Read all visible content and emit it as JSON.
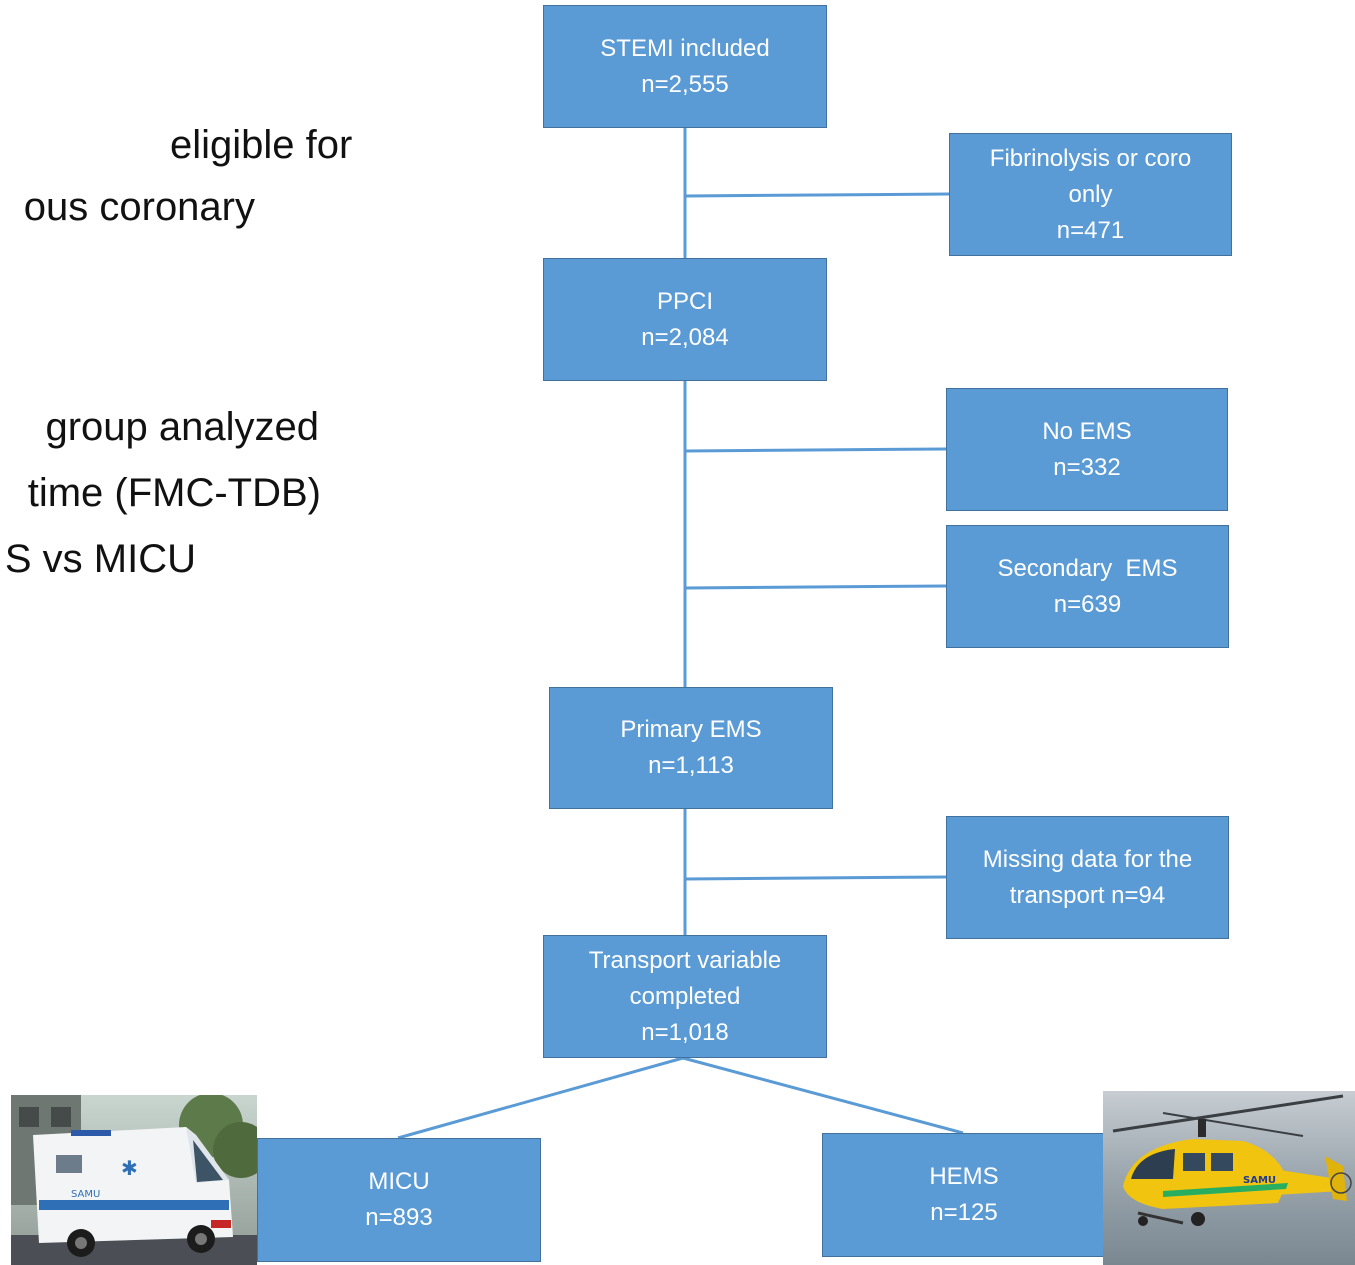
{
  "left_text": {
    "line1": "eligible for",
    "line2": "ous coronary",
    "line3": "group analyzed",
    "line4": "time (FMC-TDB)",
    "line5": "S vs MICU"
  },
  "flowchart": {
    "stemi_included": {
      "label": "STEMI included",
      "count": "n=2,555"
    },
    "fibrinolysis": {
      "label_line1": "Fibrinolysis or coro",
      "label_line2": "only",
      "count": "n=471"
    },
    "ppci": {
      "label": "PPCI",
      "count": "n=2,084"
    },
    "no_ems": {
      "label": "No EMS",
      "count": "n=332"
    },
    "secondary_ems": {
      "label": "Secondary  EMS",
      "count": "n=639"
    },
    "primary_ems": {
      "label": "Primary EMS",
      "count": "n=1,113"
    },
    "missing_data": {
      "label_line1": "Missing data for the",
      "label_line2": "transport n=94"
    },
    "transport_completed": {
      "label_line1": "Transport variable",
      "label_line2": "completed",
      "count": "n=1,018"
    },
    "micu": {
      "label": "MICU",
      "count": "n=893"
    },
    "hems": {
      "label": "HEMS",
      "count": "n=125"
    }
  },
  "photos": {
    "ambulance": {
      "icon": "ambulance-photo",
      "text": "SAMU"
    },
    "helicopter": {
      "icon": "helicopter-photo",
      "text": "SAMU"
    }
  },
  "colors": {
    "box_fill": "#5b9bd5",
    "box_border": "#41719c",
    "connector": "#5b9bd5"
  }
}
